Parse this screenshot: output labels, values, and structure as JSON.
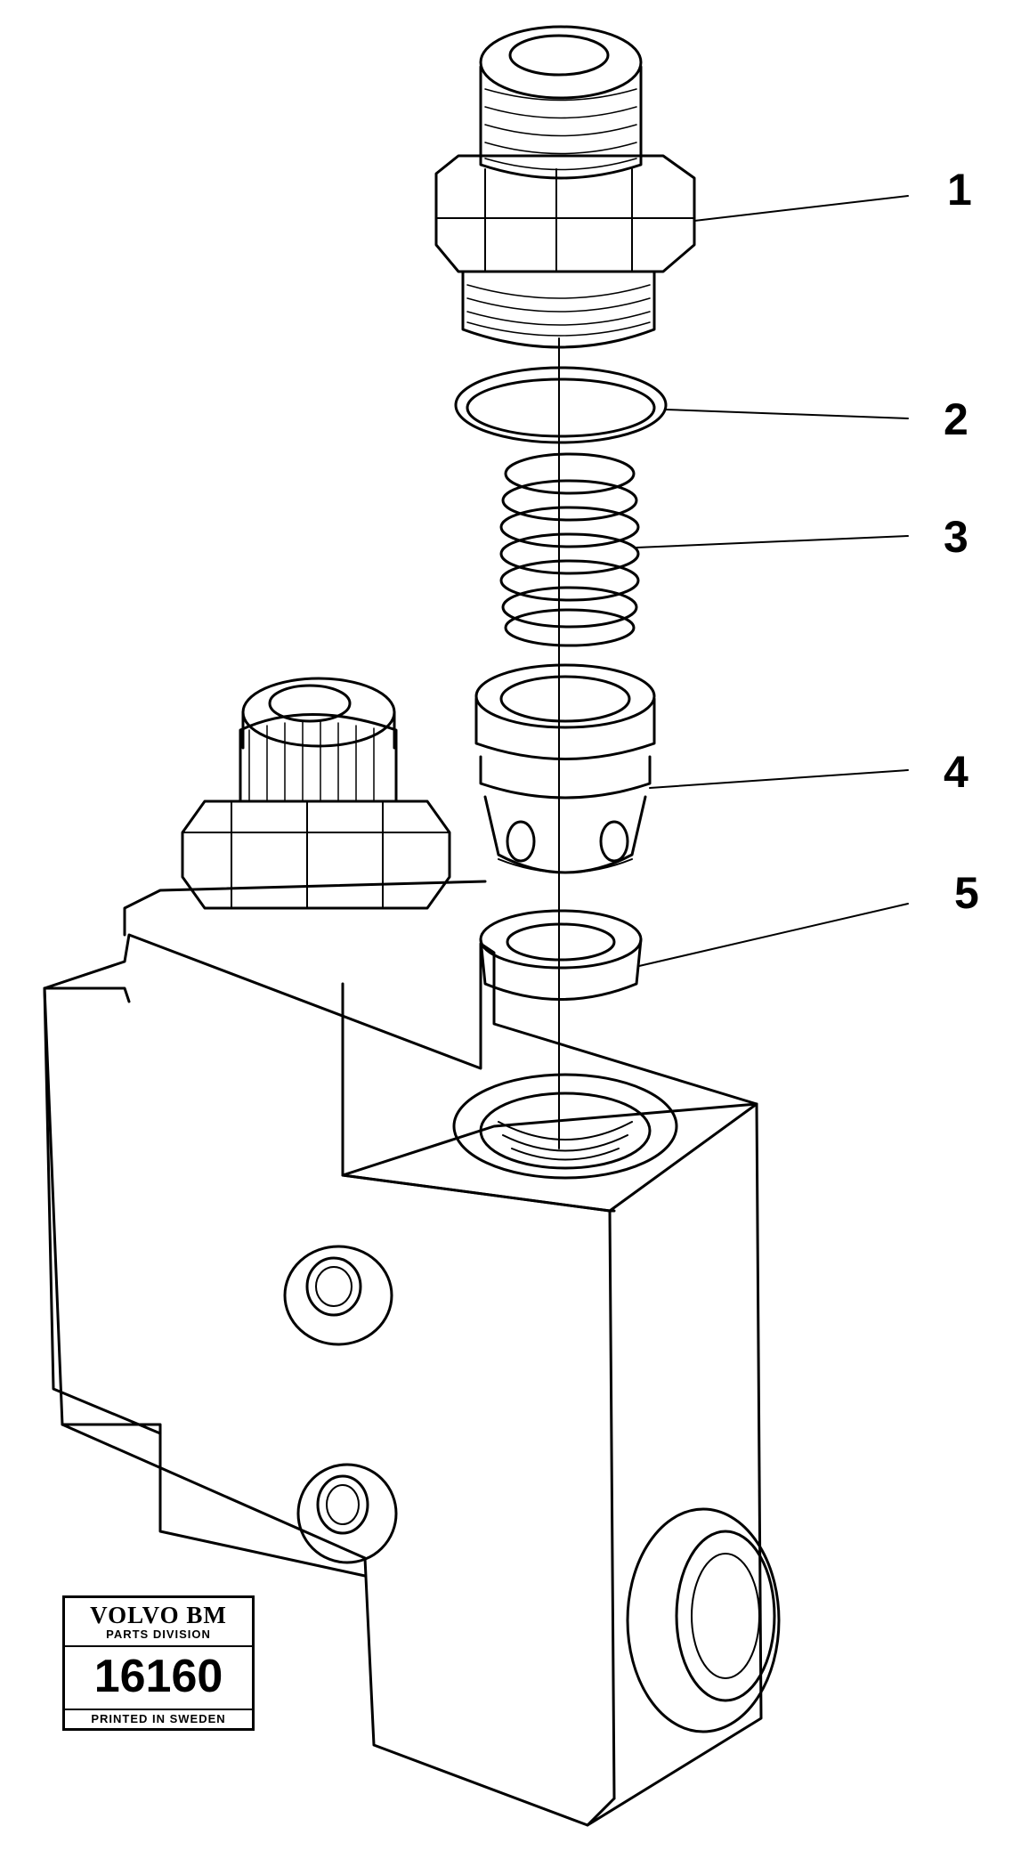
{
  "callouts": [
    "1",
    "2",
    "3",
    "4",
    "5"
  ],
  "stamp": {
    "brand": "VOLVO BM",
    "division": "PARTS DIVISION",
    "number": "16160",
    "printed": "PRINTED IN SWEDEN"
  }
}
